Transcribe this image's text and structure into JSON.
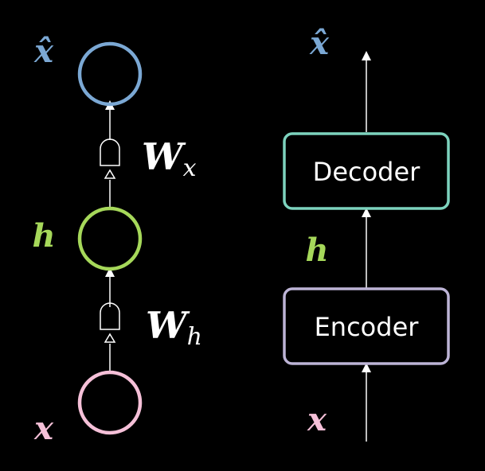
{
  "left": {
    "nodes": [
      {
        "label": "x",
        "color": "#f5c0d8"
      },
      {
        "label": "h",
        "color": "#a6d85a"
      },
      {
        "label": "x̂",
        "color": "#7ba8d4"
      }
    ],
    "weights": [
      {
        "main": "W",
        "sub": "h"
      },
      {
        "main": "W",
        "sub": "x"
      }
    ]
  },
  "right": {
    "boxes": [
      {
        "label": "Encoder",
        "color": "#bdb4d6"
      },
      {
        "label": "Decoder",
        "color": "#7dd3be"
      }
    ],
    "labels": [
      {
        "label": "x",
        "color": "#f5c0d8"
      },
      {
        "label": "h",
        "color": "#a6d85a"
      },
      {
        "label": "x̂",
        "color": "#7ba8d4"
      }
    ]
  }
}
